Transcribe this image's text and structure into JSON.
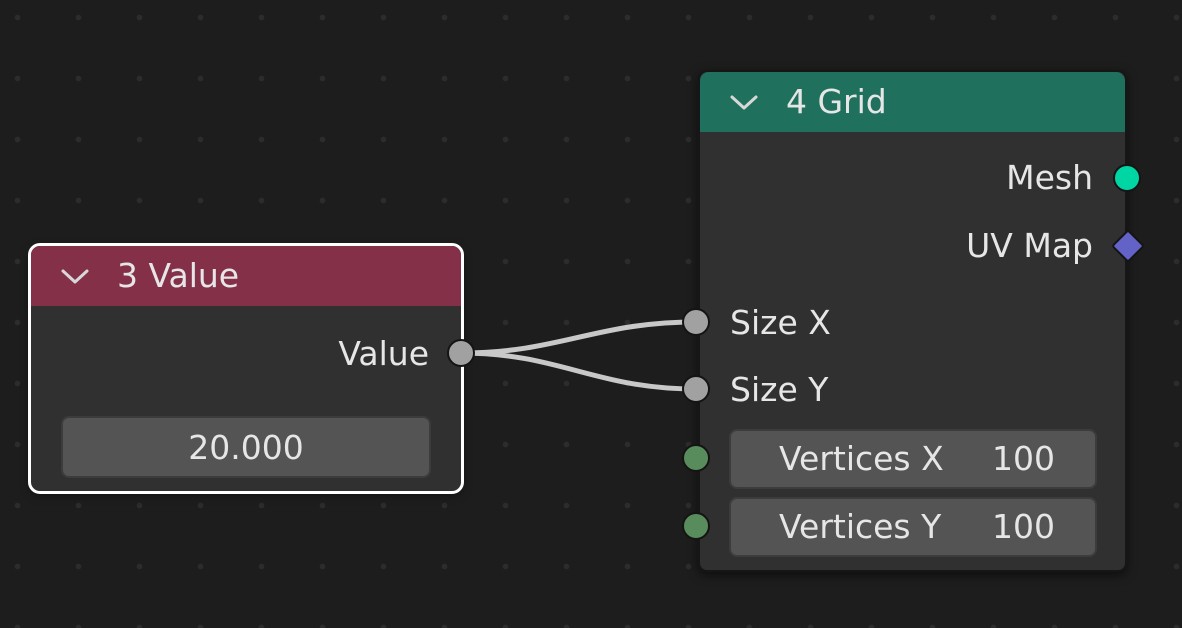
{
  "value_node": {
    "title": "3 Value",
    "output_label": "Value",
    "value": "20.000",
    "header_color": "#843049"
  },
  "grid_node": {
    "title": "4 Grid",
    "header_color": "#1f715e",
    "outputs": [
      {
        "label": "Mesh",
        "socket_color": "#00d6a3",
        "socket_shape": "circle"
      },
      {
        "label": "UV Map",
        "socket_color": "#6363c7",
        "socket_shape": "diamond"
      }
    ],
    "inputs": [
      {
        "label": "Size X",
        "socket_color": "#a1a1a1"
      },
      {
        "label": "Size Y",
        "socket_color": "#a1a1a1"
      }
    ],
    "int_fields": [
      {
        "label": "Vertices X",
        "value": "100",
        "socket_color": "#598c5c"
      },
      {
        "label": "Vertices Y",
        "value": "100",
        "socket_color": "#598c5c"
      }
    ]
  },
  "links": [
    {
      "from": "Value",
      "to": "Size X"
    },
    {
      "from": "Value",
      "to": "Size Y"
    }
  ],
  "icons": {
    "collapse": "chevron-down-icon"
  }
}
